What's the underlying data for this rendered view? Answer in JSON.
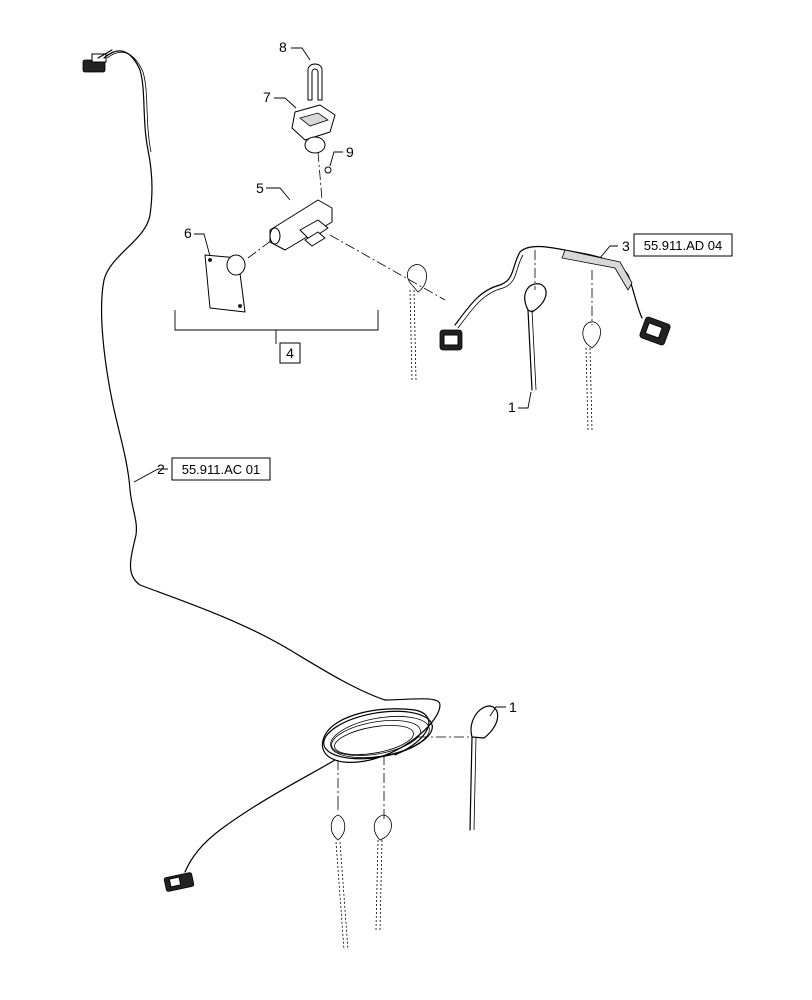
{
  "callouts": {
    "item1_top": "1",
    "item1_bottom": "1",
    "item2": "2",
    "item3": "3",
    "item4": "4",
    "item5": "5",
    "item6": "6",
    "item7": "7",
    "item8": "8",
    "item9": "9"
  },
  "references": {
    "harness_main": "55.911.AC 01",
    "harness_sensor": "55.911.AD 04"
  }
}
